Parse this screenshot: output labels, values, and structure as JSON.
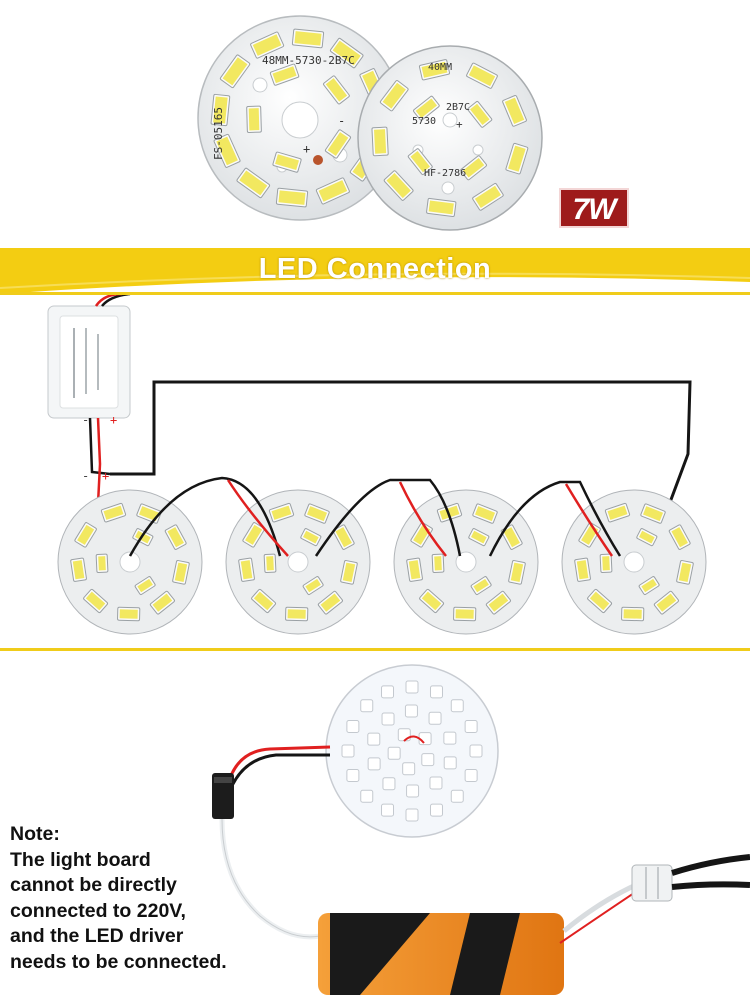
{
  "colors": {
    "banner": "#f3cd12",
    "badge": "#9e1b1b",
    "board": "#eceeef",
    "led_yellow": "#f2e860",
    "wire_red": "#e02020",
    "wire_black": "#151515",
    "driver_orange": "#f08a1c"
  },
  "boards": {
    "large_label": "48MM-5730-2B7C",
    "large_code": "FS-05165",
    "small_size": "40MM",
    "small_code": "2B7C",
    "small_chip": "5730",
    "small_model": "HF-2786",
    "polarity_plus": "+",
    "polarity_minus": "-"
  },
  "power_badge": "7W",
  "section_title": "LED Connection",
  "diagram": {
    "polarity_minus": "-",
    "polarity_plus": "+"
  },
  "note": {
    "title": "Note:",
    "lines": [
      "The light board",
      "cannot be directly",
      "connected to 220V,",
      "and the LED driver",
      "needs to be connected."
    ]
  }
}
